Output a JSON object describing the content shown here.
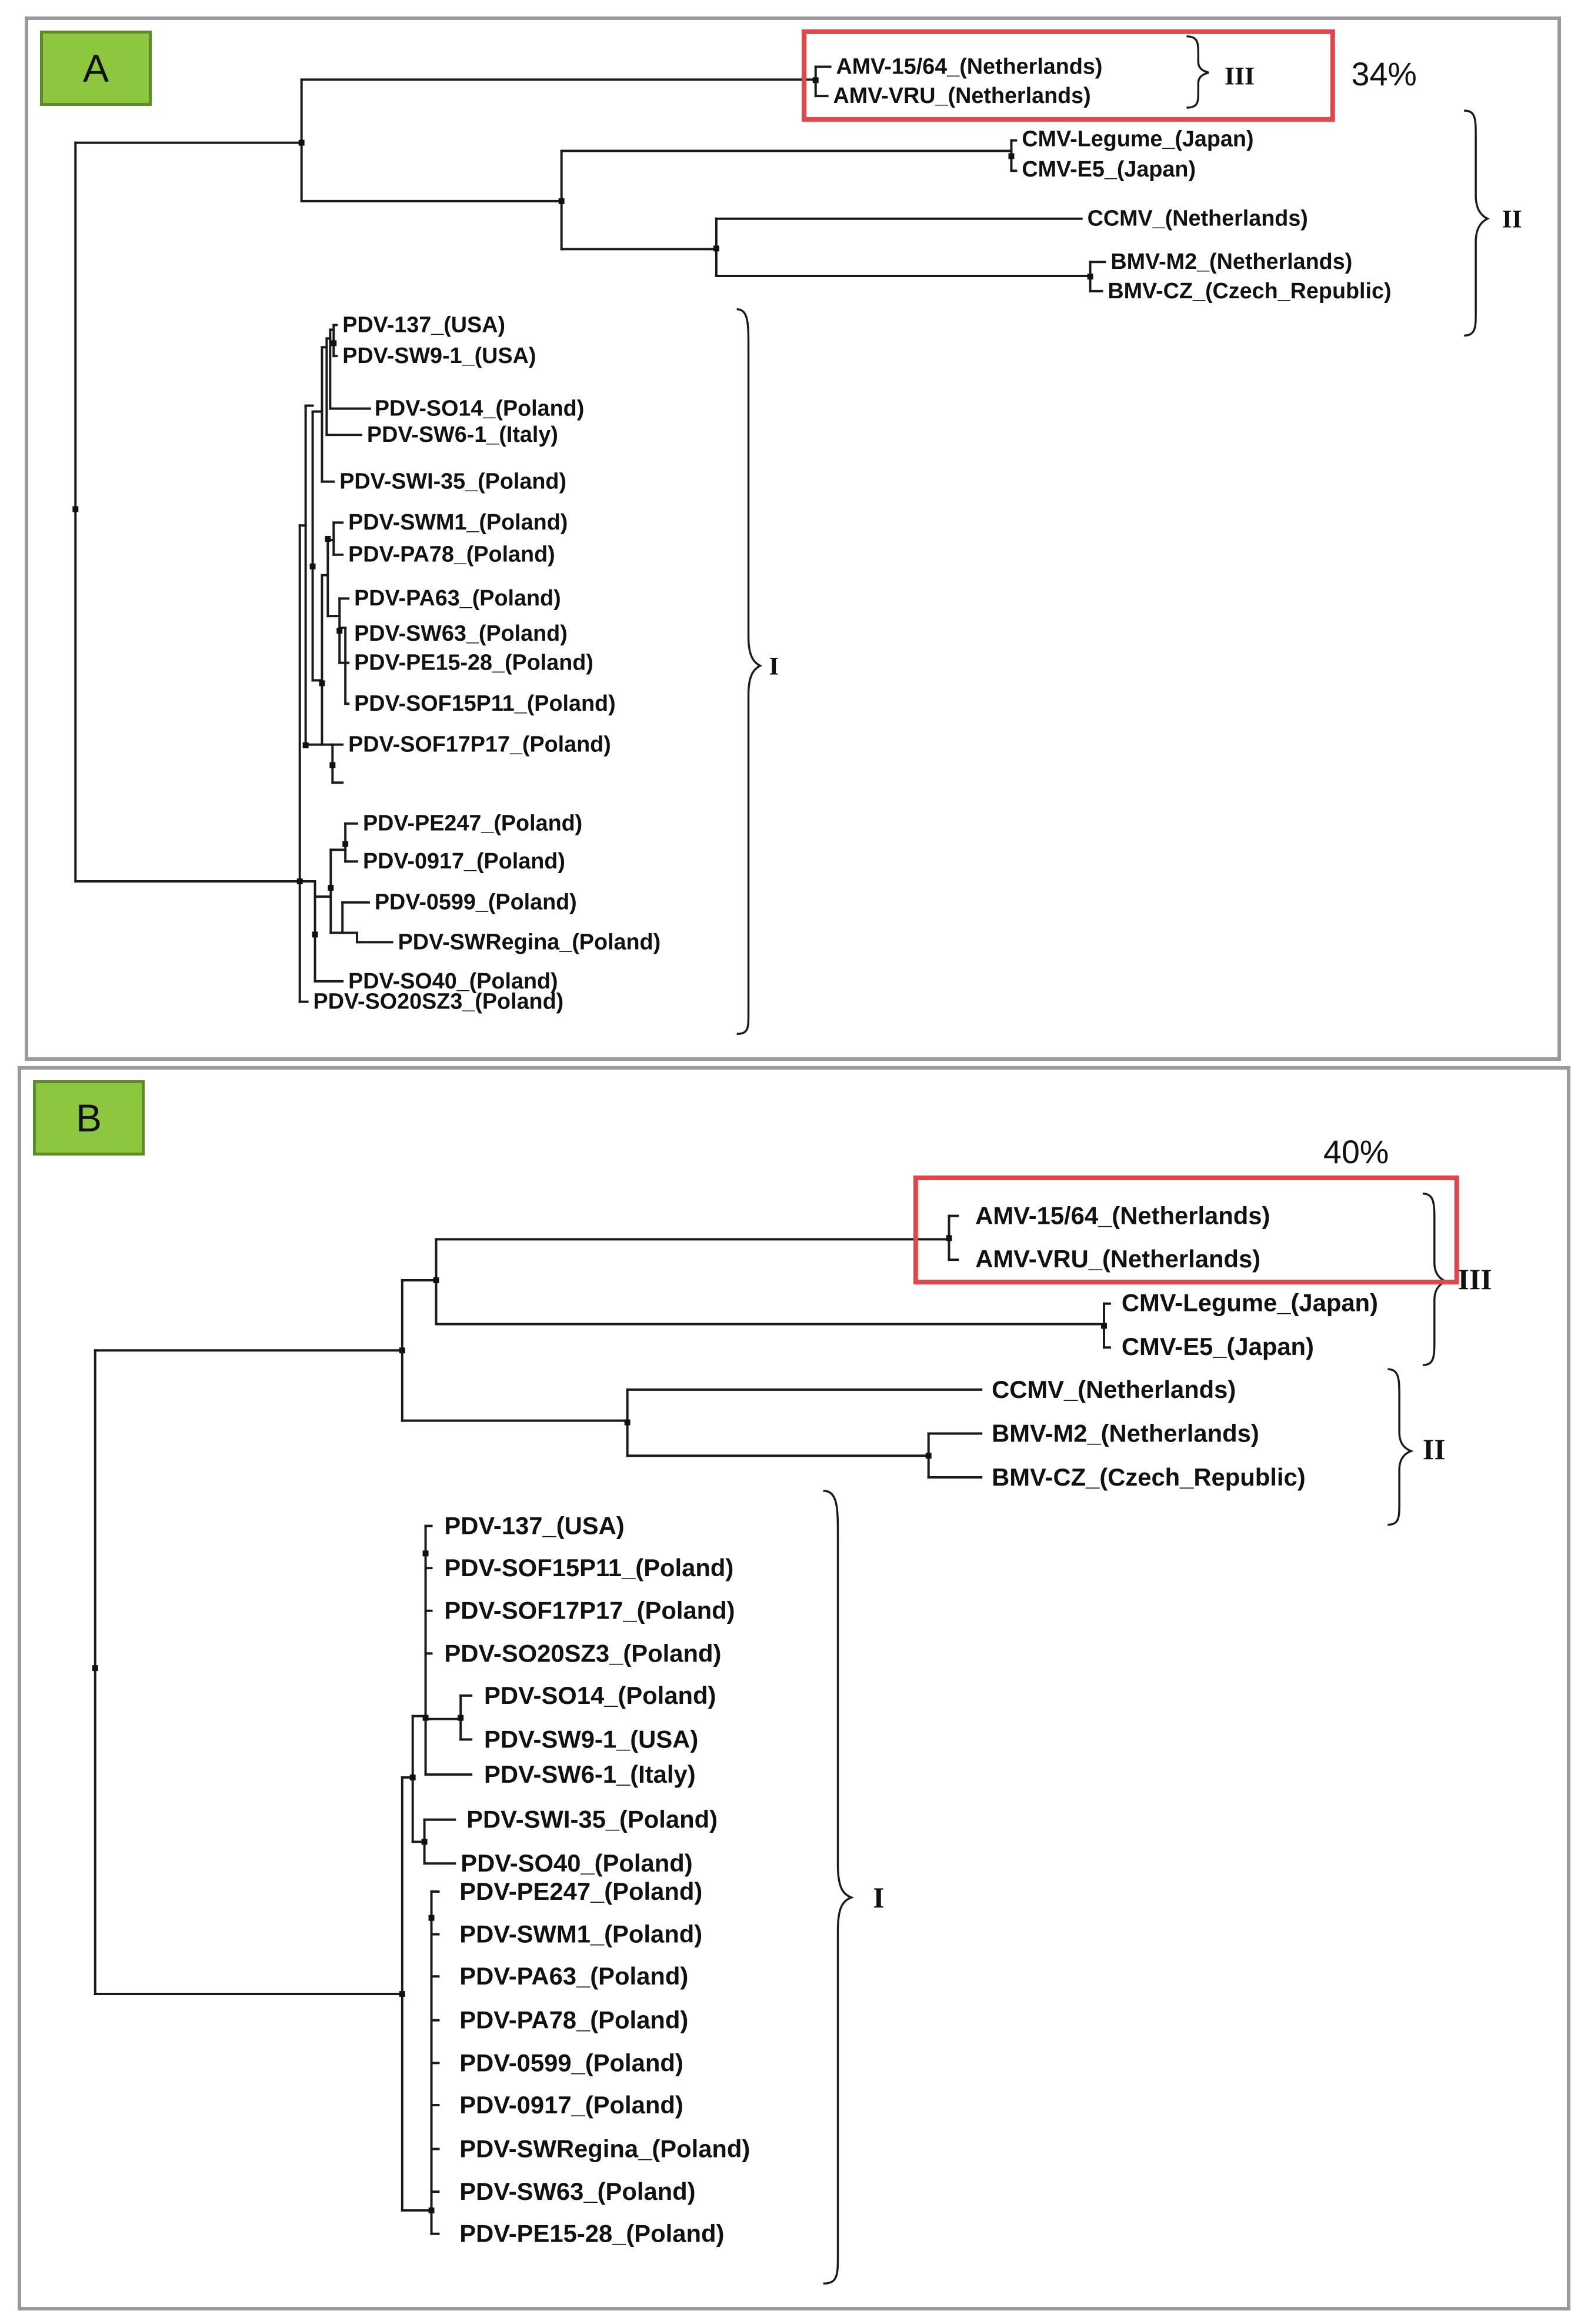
{
  "panels": {
    "a": {
      "label": "A",
      "percent": "34%",
      "clades": {
        "I": "I",
        "II": "II",
        "III": "III"
      },
      "leaves": [
        "AMV-15/64_(Netherlands)",
        "AMV-VRU_(Netherlands)",
        "CMV-Legume_(Japan)",
        "CMV-E5_(Japan)",
        "CCMV_(Netherlands)",
        "BMV-M2_(Netherlands)",
        "BMV-CZ_(Czech_Republic)",
        "PDV-137_(USA)",
        "PDV-SW9-1_(USA)",
        "PDV-SO14_(Poland)",
        "PDV-SW6-1_(Italy)",
        "PDV-SWI-35_(Poland)",
        "PDV-SWM1_(Poland)",
        "PDV-PA78_(Poland)",
        "PDV-PA63_(Poland)",
        "PDV-SW63_(Poland)",
        "PDV-PE15-28_(Poland)",
        "PDV-SOF15P11_(Poland)",
        "PDV-SOF17P17_(Poland)",
        "PDV-PE247_(Poland)",
        "PDV-0917_(Poland)",
        "PDV-0599_(Poland)",
        "PDV-SWRegina_(Poland)",
        "PDV-SO40_(Poland)",
        "PDV-SO20SZ3_(Poland)"
      ]
    },
    "b": {
      "label": "B",
      "percent": "40%",
      "clades": {
        "I": "I",
        "II": "II",
        "III": "III"
      },
      "leaves": [
        "AMV-15/64_(Netherlands)",
        "AMV-VRU_(Netherlands)",
        "CMV-Legume_(Japan)",
        "CMV-E5_(Japan)",
        "CCMV_(Netherlands)",
        "BMV-M2_(Netherlands)",
        "BMV-CZ_(Czech_Republic)",
        "PDV-137_(USA)",
        "PDV-SOF15P11_(Poland)",
        "PDV-SOF17P17_(Poland)",
        "PDV-SO20SZ3_(Poland)",
        "PDV-SO14_(Poland)",
        "PDV-SW9-1_(USA)",
        "PDV-SW6-1_(Italy)",
        "PDV-SWI-35_(Poland)",
        "PDV-SO40_(Poland)",
        "PDV-PE247_(Poland)",
        "PDV-SWM1_(Poland)",
        "PDV-PA63_(Poland)",
        "PDV-PA78_(Poland)",
        "PDV-0599_(Poland)",
        "PDV-0917_(Poland)",
        "PDV-SWRegina_(Poland)",
        "PDV-SW63_(Poland)",
        "PDV-PE15-28_(Poland)"
      ]
    }
  },
  "colors": {
    "badge": "#8dc63f",
    "highlight_box": "#e0474c",
    "panel_border": "#9a9a9a"
  }
}
